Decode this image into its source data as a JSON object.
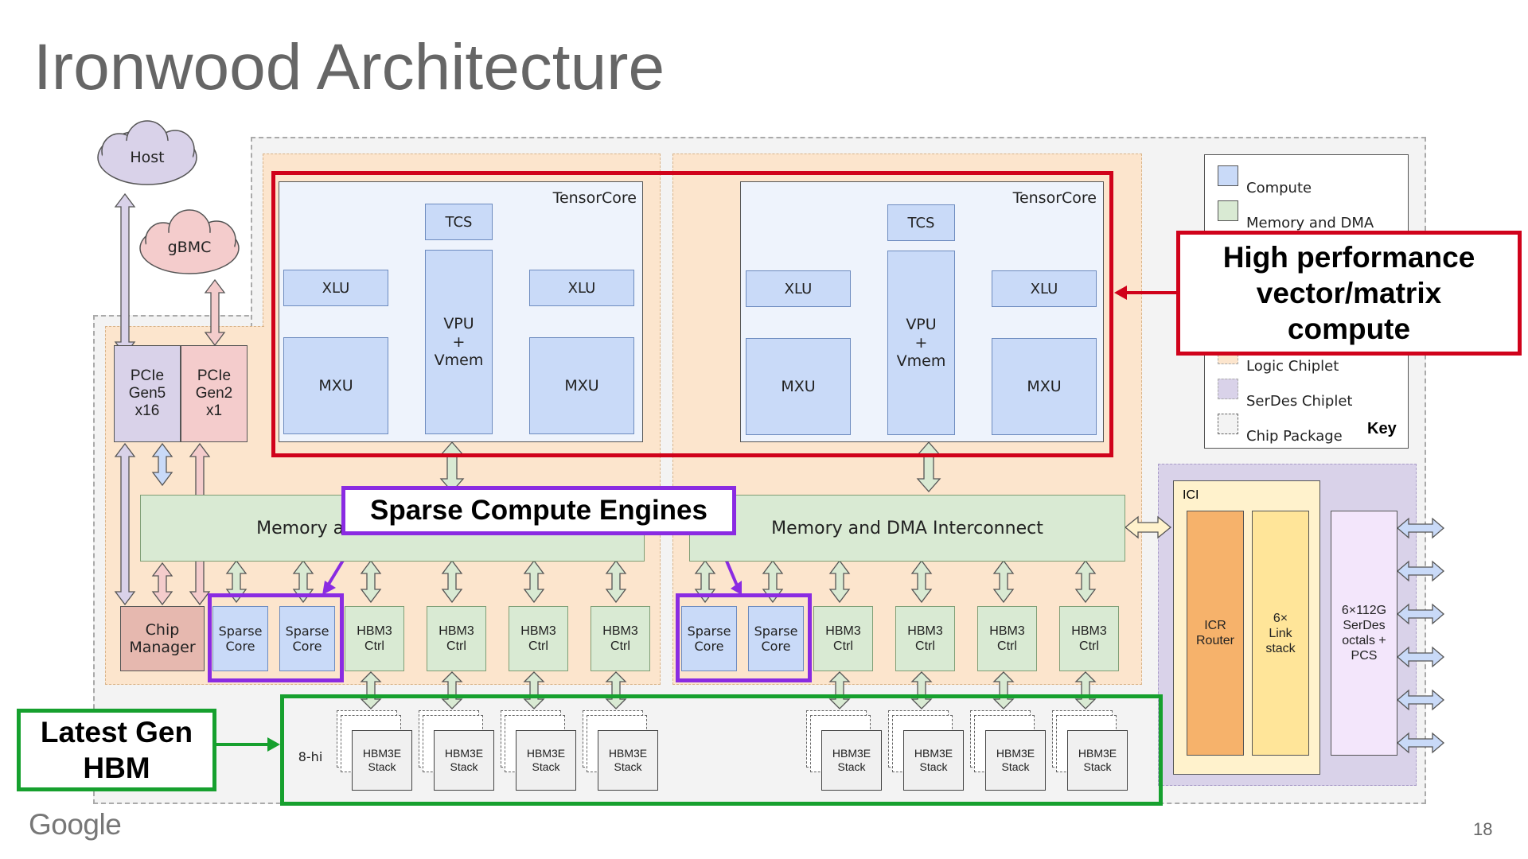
{
  "slide": {
    "title": "Ironwood Architecture",
    "page_number": "18",
    "logo": "Google"
  },
  "host": {
    "host_label": "Host",
    "gbmc_label": "gBMC"
  },
  "io": {
    "pcie_gen5": "PCIe\nGen5\nx16",
    "pcie_gen2": "PCIe\nGen2\nx1",
    "chip_manager": "Chip\nManager"
  },
  "tensorcores": [
    {
      "label": "TensorCore",
      "tcs": "TCS",
      "xlu_left": "XLU",
      "xlu_right": "XLU",
      "vpu": "VPU\n+\nVmem",
      "mxu_left": "MXU",
      "mxu_right": "MXU"
    },
    {
      "label": "TensorCore",
      "tcs": "TCS",
      "xlu_left": "XLU",
      "xlu_right": "XLU",
      "vpu": "VPU\n+\nVmem",
      "mxu_left": "MXU",
      "mxu_right": "MXU"
    }
  ],
  "interconnect": {
    "left_label": "Memory and DMA Interconnect",
    "right_label": "Memory and DMA Interconnect"
  },
  "sparse_core": "Sparse\nCore",
  "hbm_ctrl": "HBM3\nCtrl",
  "hbm_stack": "HBM3E\nStack",
  "eight_hi": "8-hi",
  "ici": {
    "label": "ICI",
    "router": "ICR\nRouter",
    "link_stack": "6×\nLink\nstack",
    "serdes": "6×112G\nSerDes\noctals +\nPCS"
  },
  "key": {
    "title": "Key",
    "items": [
      "Compute",
      "Memory and DMA",
      "Logic Chiplet",
      "SerDes Chiplet",
      "Chip Package"
    ]
  },
  "callouts": {
    "hpc": "High performance\nvector/matrix\ncompute",
    "sparse": "Sparse Compute Engines",
    "hbm": "Latest Gen\nHBM"
  },
  "colors": {
    "compute": "#c9daf8",
    "memory": "#d9ead3",
    "logic": "#fce5cd",
    "serdes": "#d9d2e9",
    "red": "#d0021b",
    "purple": "#8a2be2",
    "green": "#16a02e"
  }
}
